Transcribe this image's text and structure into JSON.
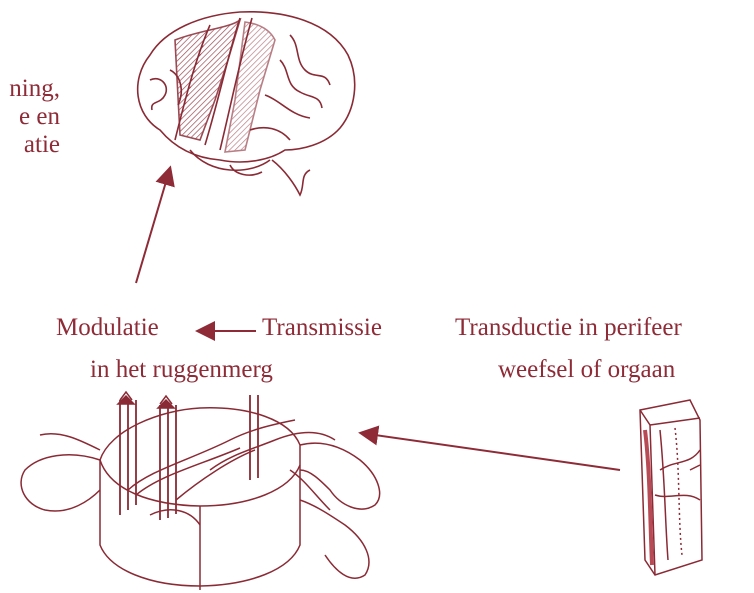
{
  "colors": {
    "ink": "#8e2b37",
    "sketch": "#8a2a35",
    "shade": "#b84a55"
  },
  "labels": {
    "perception_partial": [
      "ning,",
      "e en",
      "atie"
    ],
    "modulation": "Modulatie",
    "spinal_cord": "in het ruggenmerg",
    "transmission": "Transmissie",
    "transduction": "Transductie in perifeer",
    "tissue": "weefsel of orgaan"
  },
  "icons": [
    "brain-drawing",
    "spinal-cord-cross-section-drawing",
    "peripheral-tissue-drawing"
  ]
}
